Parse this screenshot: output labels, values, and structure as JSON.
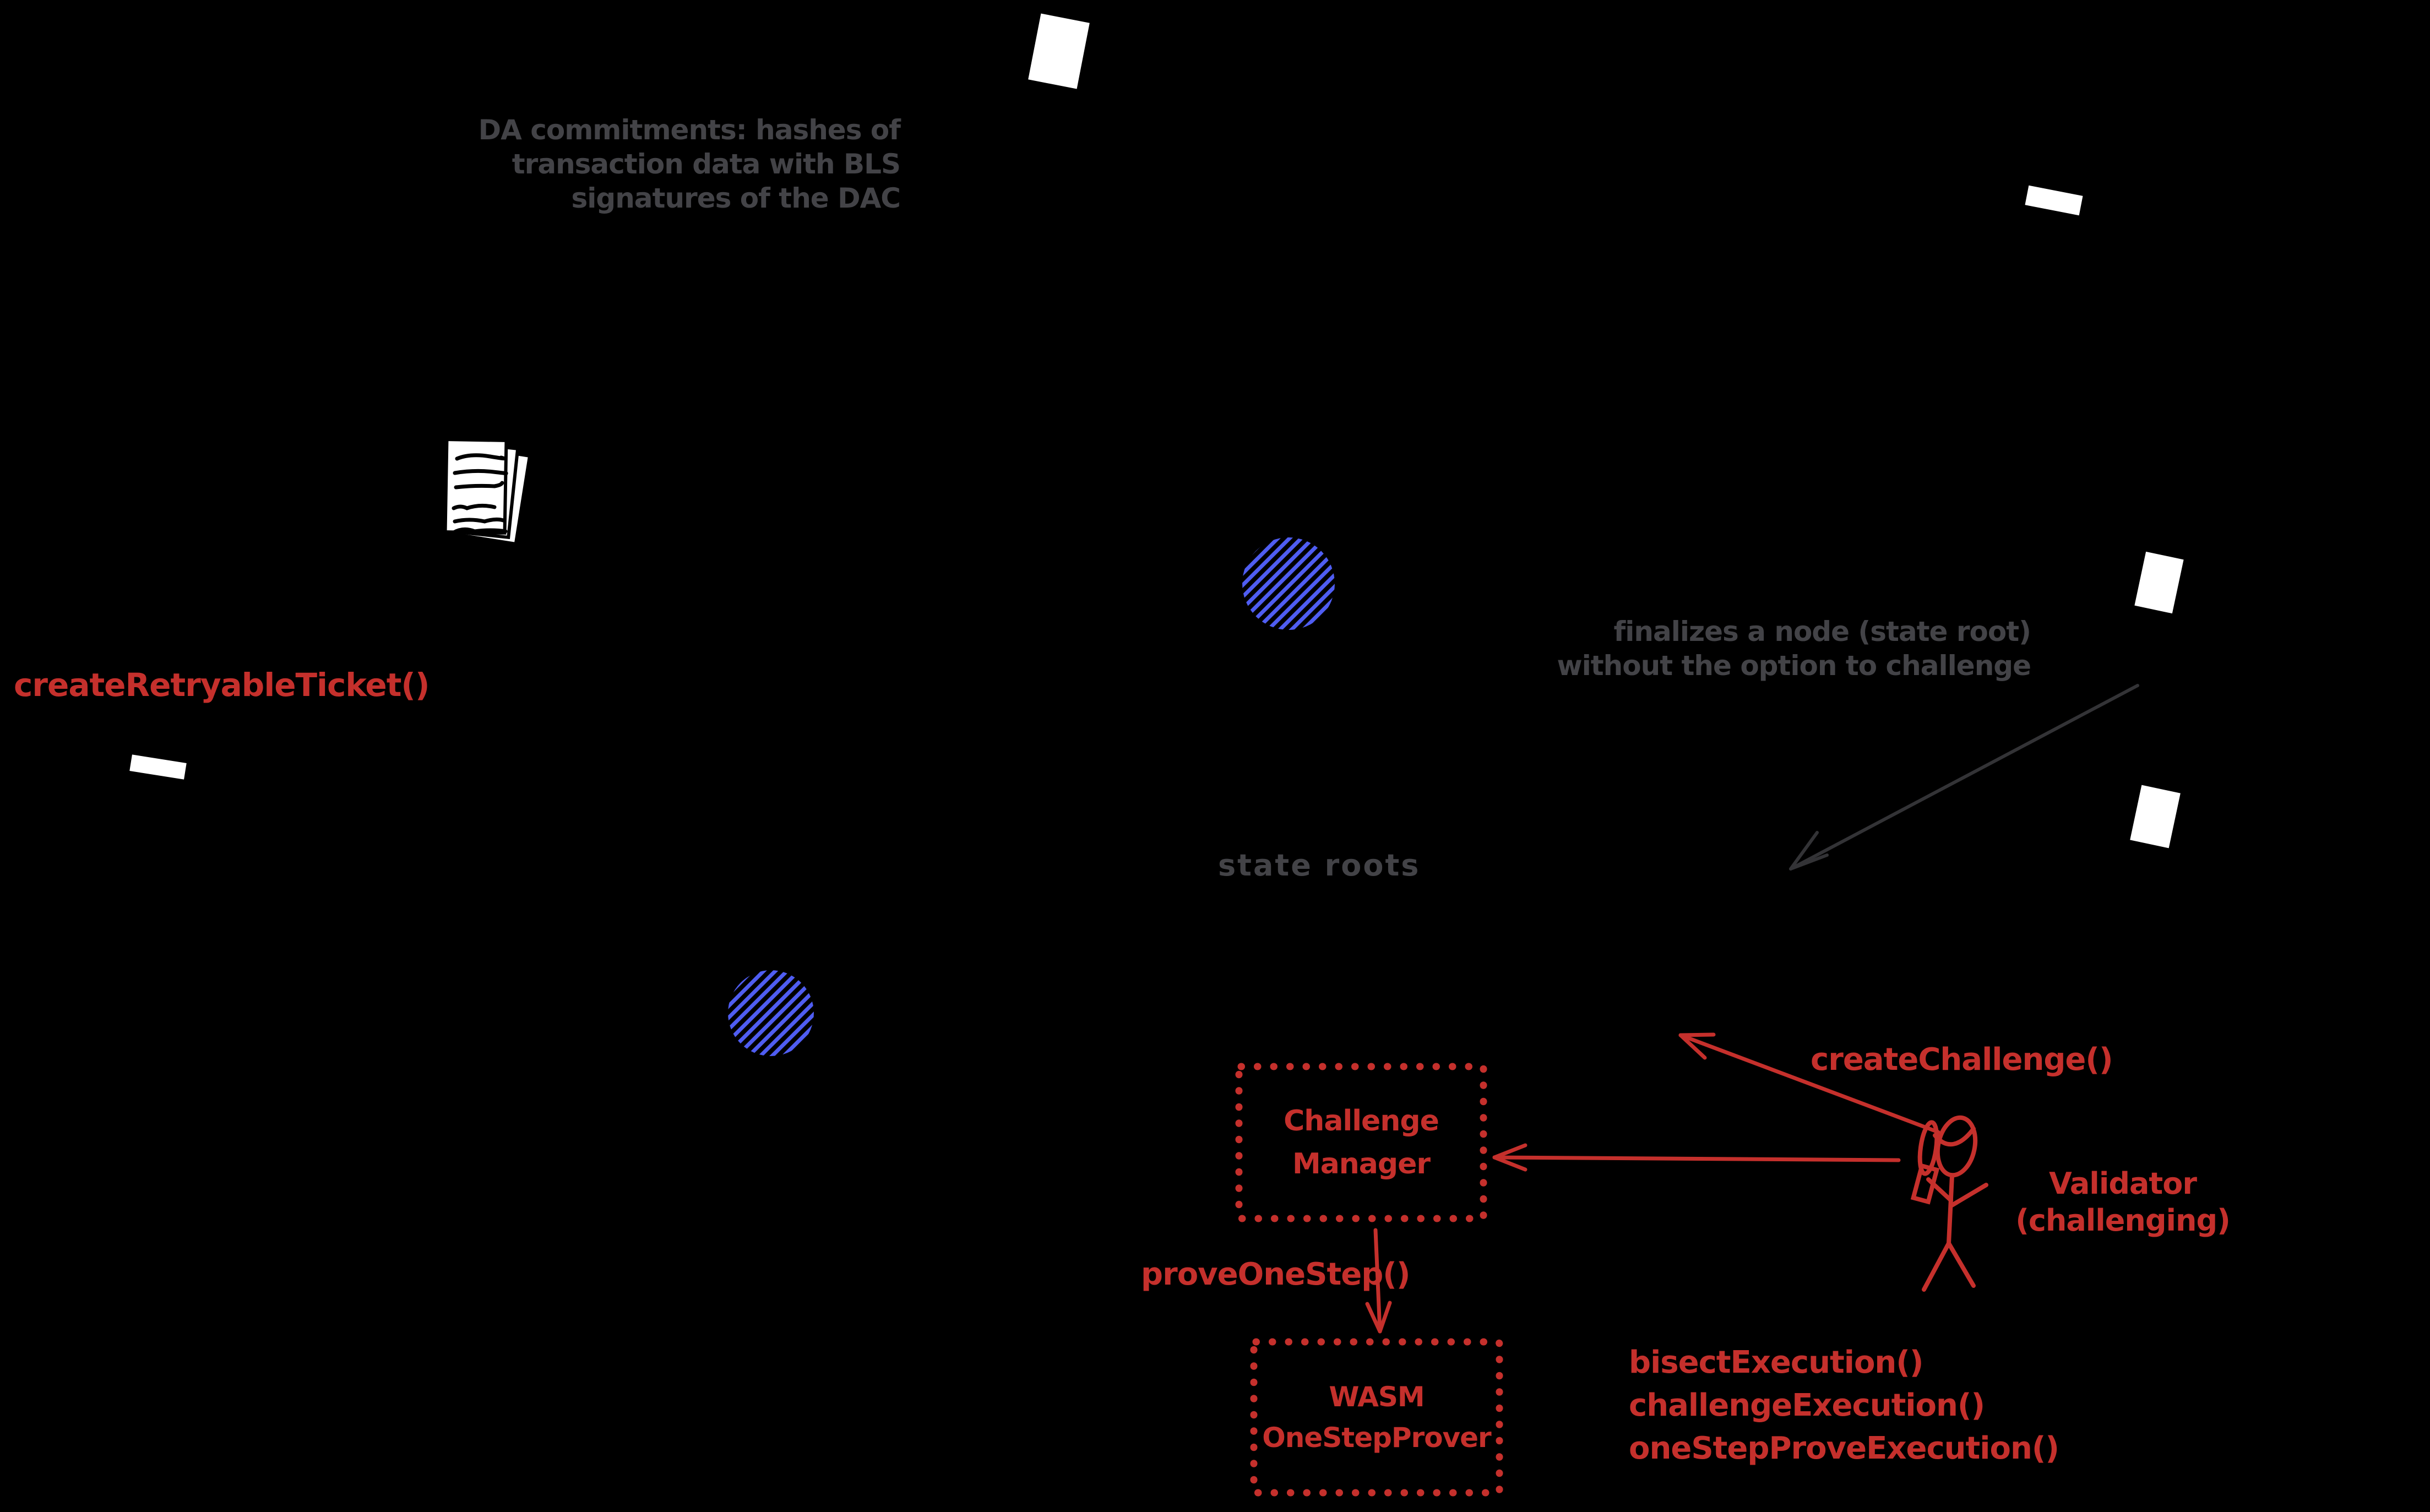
{
  "diagram": {
    "background": "#000000",
    "colors": {
      "red": "#c5302c",
      "blue": "#4f5df2",
      "gray": "#434347",
      "white": "#ffffff"
    },
    "notes": {
      "da_commitments": {
        "line1": "DA commitments: hashes of",
        "line2": "transaction data with BLS",
        "line3": "signatures of the DAC"
      },
      "finalize": {
        "line1": "finalizes a node (state root)",
        "line2": "without the option to challenge"
      },
      "state_roots": "state roots"
    },
    "calls": {
      "create_retryable_ticket": "createRetryableTicket()",
      "create_challenge": "createChallenge()",
      "prove_one_step": "proveOneStep()",
      "bisect_execution": "bisectExecution()",
      "challenge_execution": "challengeExecution()",
      "one_step_prove_execution": "oneStepProveExecution()"
    },
    "boxes": {
      "challenge_manager": {
        "line1": "Challenge",
        "line2": "Manager"
      },
      "wasm_one_step_prover": {
        "line1": "WASM",
        "line2": "OneStepProver"
      }
    },
    "actors": {
      "validator": {
        "line1": "Validator",
        "line2": "(challenging)"
      }
    }
  }
}
